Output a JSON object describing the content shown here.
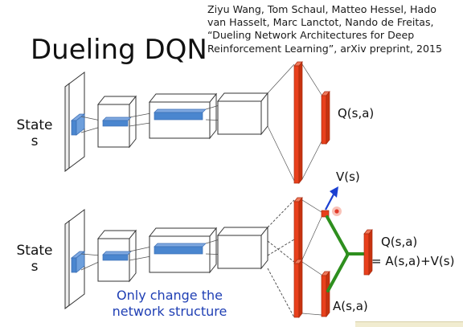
{
  "slide": {
    "title": "Dueling DQN",
    "citation": "Ziyu Wang, Tom Schaul, Matteo Hessel, Hado van Hasselt, Marc Lanctot, Nando de Freitas, “Dueling Network Architectures for Deep Reinforcement Learning”, arXiv preprint, 2015",
    "top_network": {
      "input_label": [
        "State",
        "s"
      ],
      "output_label": "Q(s,a)"
    },
    "bottom_network": {
      "input_label": [
        "State",
        "s"
      ],
      "value_label": "V(s)",
      "advantage_label": "A(s,a)",
      "output_label": "Q(s,a)",
      "formula": "= A(s,a)+V(s)"
    },
    "note": [
      "Only change the",
      "network structure"
    ]
  },
  "colors": {
    "output_red": "#e8401c",
    "conv_blue": "#4a86cf",
    "combine_green": "#2e8f1e",
    "value_arrow_blue": "#1a3fd1",
    "note_blue": "#1f3fb4"
  }
}
